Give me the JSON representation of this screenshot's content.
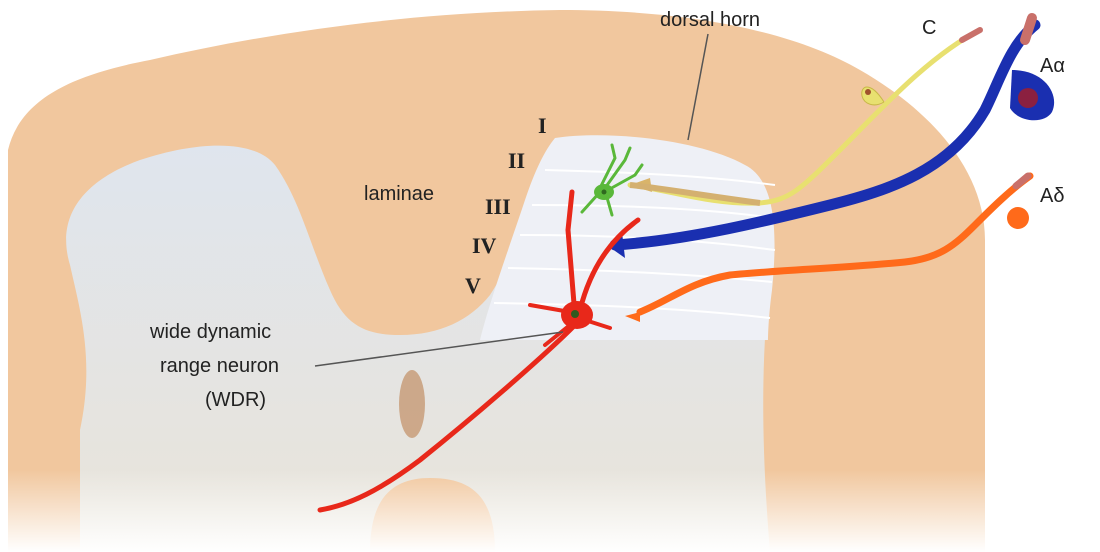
{
  "diagram": {
    "labels": {
      "dorsal_horn": "dorsal horn",
      "laminae": "laminae",
      "wdr_line1": "wide dynamic",
      "wdr_line2": "range neuron",
      "wdr_line3": "(WDR)"
    },
    "laminae_numerals": [
      "I",
      "II",
      "III",
      "IV",
      "V"
    ],
    "fibers": {
      "c": {
        "label": "C",
        "color": "#e8e070"
      },
      "a_alpha": {
        "label": "Aα",
        "color": "#1a2fb0"
      },
      "a_delta": {
        "label": "Aδ",
        "color": "#ff6a1a"
      }
    },
    "neurons": {
      "wdr_color": "#e8281a",
      "lamina_ii_color": "#5ab83a"
    },
    "tissue_colors": {
      "outer": "#f1c79e",
      "grey_matter": "#dde3ea",
      "dorsal_horn_laminae": "#eef0f6"
    }
  }
}
